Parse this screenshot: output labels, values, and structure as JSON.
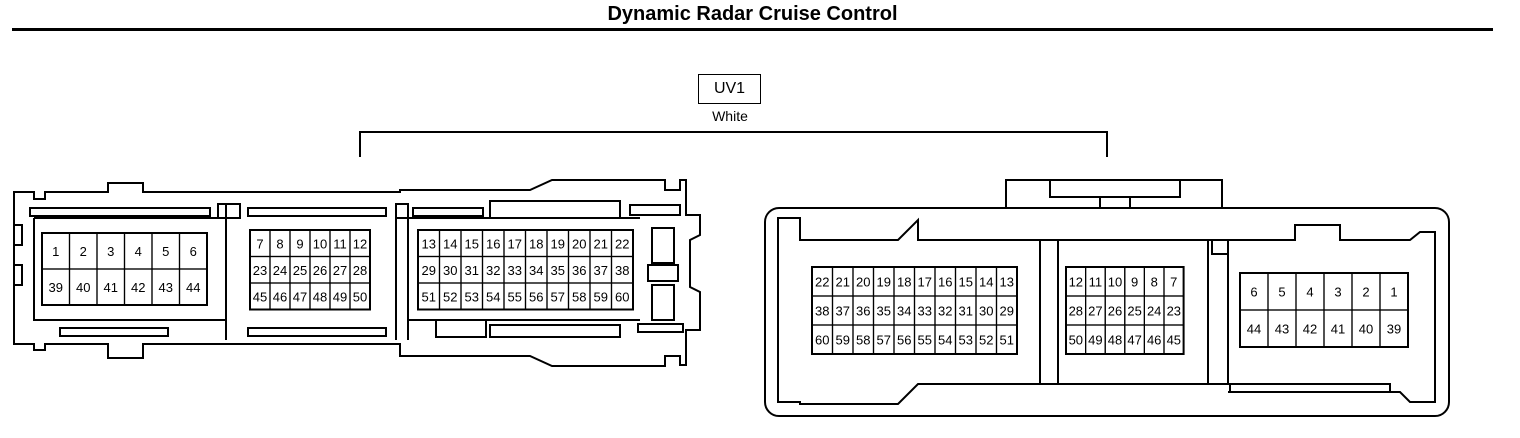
{
  "title": "Dynamic Radar Cruise Control",
  "connector": {
    "code": "UV1",
    "color": "White"
  },
  "left_connector": {
    "groups": [
      {
        "rows": [
          [
            "1",
            "2",
            "3",
            "4",
            "5",
            "6"
          ],
          [
            "39",
            "40",
            "41",
            "42",
            "43",
            "44"
          ]
        ]
      },
      {
        "rows": [
          [
            "7",
            "8",
            "9",
            "10",
            "11",
            "12"
          ],
          [
            "23",
            "24",
            "25",
            "26",
            "27",
            "28"
          ],
          [
            "45",
            "46",
            "47",
            "48",
            "49",
            "50"
          ]
        ]
      },
      {
        "rows": [
          [
            "13",
            "14",
            "15",
            "16",
            "17",
            "18",
            "19",
            "20",
            "21",
            "22"
          ],
          [
            "29",
            "30",
            "31",
            "32",
            "33",
            "34",
            "35",
            "36",
            "37",
            "38"
          ],
          [
            "51",
            "52",
            "53",
            "54",
            "55",
            "56",
            "57",
            "58",
            "59",
            "60"
          ]
        ]
      }
    ]
  },
  "right_connector": {
    "groups": [
      {
        "rows": [
          [
            "22",
            "21",
            "20",
            "19",
            "18",
            "17",
            "16",
            "15",
            "14",
            "13"
          ],
          [
            "38",
            "37",
            "36",
            "35",
            "34",
            "33",
            "32",
            "31",
            "30",
            "29"
          ],
          [
            "60",
            "59",
            "58",
            "57",
            "56",
            "55",
            "54",
            "53",
            "52",
            "51"
          ]
        ]
      },
      {
        "rows": [
          [
            "12",
            "11",
            "10",
            "9",
            "8",
            "7"
          ],
          [
            "28",
            "27",
            "26",
            "25",
            "24",
            "23"
          ],
          [
            "50",
            "49",
            "48",
            "47",
            "46",
            "45"
          ]
        ]
      },
      {
        "rows": [
          [
            "6",
            "5",
            "4",
            "3",
            "2",
            "1"
          ],
          [
            "44",
            "43",
            "42",
            "41",
            "40",
            "39"
          ]
        ]
      }
    ]
  }
}
